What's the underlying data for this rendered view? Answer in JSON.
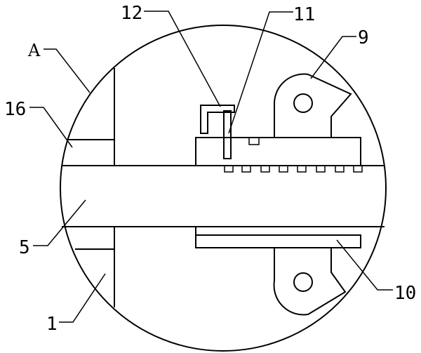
{
  "labels": {
    "a": "A",
    "l1": "1",
    "l5": "5",
    "l9": "9",
    "l10": "10",
    "l11": "11",
    "l12": "12",
    "l16": "16"
  }
}
